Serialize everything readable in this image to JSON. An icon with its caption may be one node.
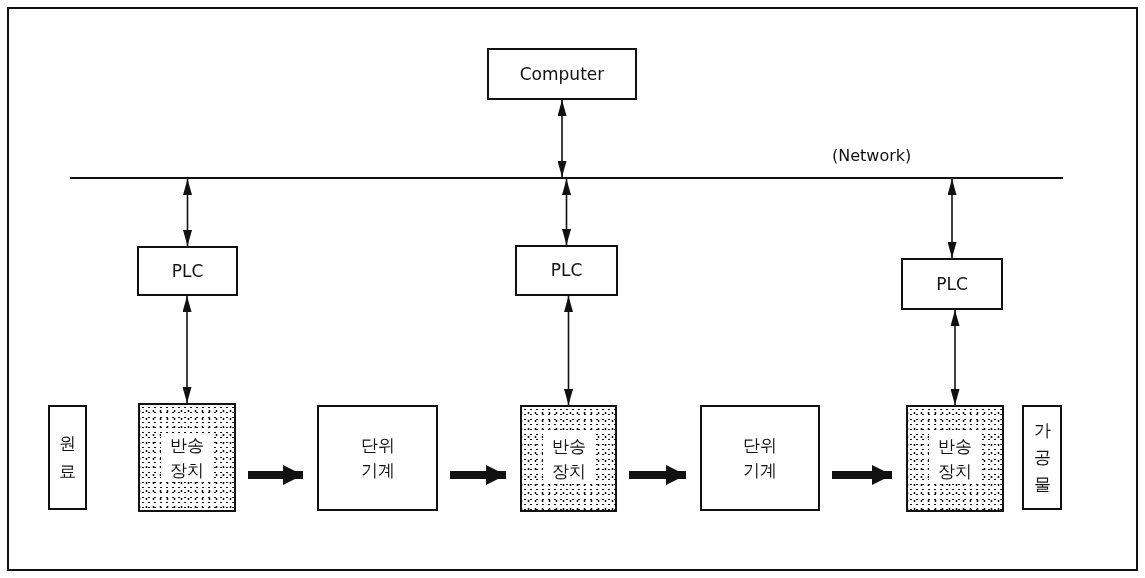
{
  "diagram": {
    "nodes": [
      {
        "text": [
          "Computer"
        ]
      },
      {
        "text": [],
        "shape": "bar",
        "beside": [
          "(Network)"
        ]
      },
      {
        "text": [
          "PLC"
        ]
      },
      {
        "text": [
          "PLC"
        ]
      },
      {
        "text": [
          "PLC"
        ]
      },
      {
        "text": [
          "원료"
        ]
      },
      {
        "text": [
          "반송 장치"
        ]
      },
      {
        "text": [
          "단위 기계"
        ]
      },
      {
        "text": [
          "반송 장치"
        ]
      },
      {
        "text": [
          "단위 기계"
        ]
      },
      {
        "text": [
          "반송 장치"
        ]
      },
      {
        "text": [
          "가공물"
        ]
      }
    ],
    "edges": [
      {
        "from": 0,
        "to": 1,
        "arrow": "both"
      },
      {
        "from": 1,
        "to": 2,
        "arrow": "both"
      },
      {
        "from": 1,
        "to": 3,
        "arrow": "both"
      },
      {
        "from": 1,
        "to": 4,
        "arrow": "both"
      },
      {
        "from": 2,
        "to": 6,
        "arrow": "both"
      },
      {
        "from": 3,
        "to": 8,
        "arrow": "both"
      },
      {
        "from": 4,
        "to": 10,
        "arrow": "both"
      },
      {
        "from": 6,
        "to": 7,
        "arrow": "to",
        "style": "thick"
      },
      {
        "from": 7,
        "to": 8,
        "arrow": "to",
        "style": "thick"
      },
      {
        "from": 8,
        "to": 9,
        "arrow": "to",
        "style": "thick"
      },
      {
        "from": 9,
        "to": 10,
        "arrow": "to",
        "style": "thick"
      }
    ]
  }
}
